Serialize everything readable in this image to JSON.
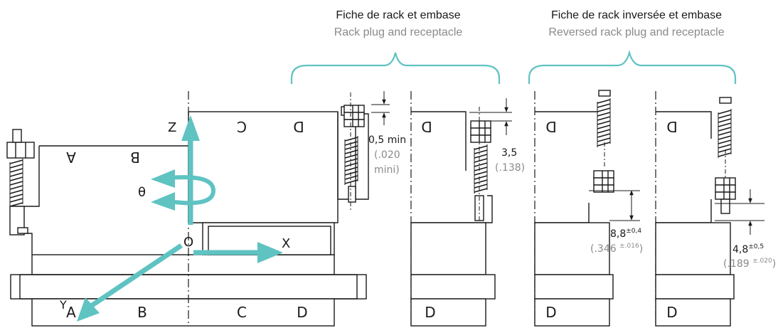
{
  "headers": {
    "left": {
      "fr": "Fiche de rack et embase",
      "en": "Rack plug and receptacle"
    },
    "right": {
      "fr": "Fiche de rack inversée et embase",
      "en": "Reversed rack plug and receptacle"
    }
  },
  "axes": {
    "z": "Z",
    "theta": "θ",
    "origin": "O",
    "x": "X",
    "y": "Y"
  },
  "body_letters": {
    "upper_a": "A",
    "upper_b": "B",
    "upper_c": "C",
    "upper_d": "D",
    "lower_a": "A",
    "lower_b": "B",
    "lower_c": "C",
    "lower_d": "D",
    "d1_top": "D",
    "d1_bottom": "D",
    "d2_top": "D",
    "d2_bottom": "D",
    "d3_top": "D",
    "d3_bottom": "D"
  },
  "dimensions": {
    "gap_min": {
      "value": "0,5 min",
      "imperial_1": "(.020",
      "imperial_2": "mini)"
    },
    "offset": {
      "value": "3,5",
      "imperial": "(.138)"
    },
    "rev_1": {
      "value": "8,8",
      "tol": "±0,4",
      "imperial": "(.346",
      "imperial_tol": "±.016",
      "close": ")"
    },
    "rev_2": {
      "value": "4,8",
      "tol": "±0,5",
      "imperial": "(.189",
      "imperial_tol": "±.020",
      "close": ")"
    }
  },
  "colors": {
    "accent": "#5fc3c2",
    "line": "#1a1a1a",
    "muted": "#8a8a8a"
  }
}
